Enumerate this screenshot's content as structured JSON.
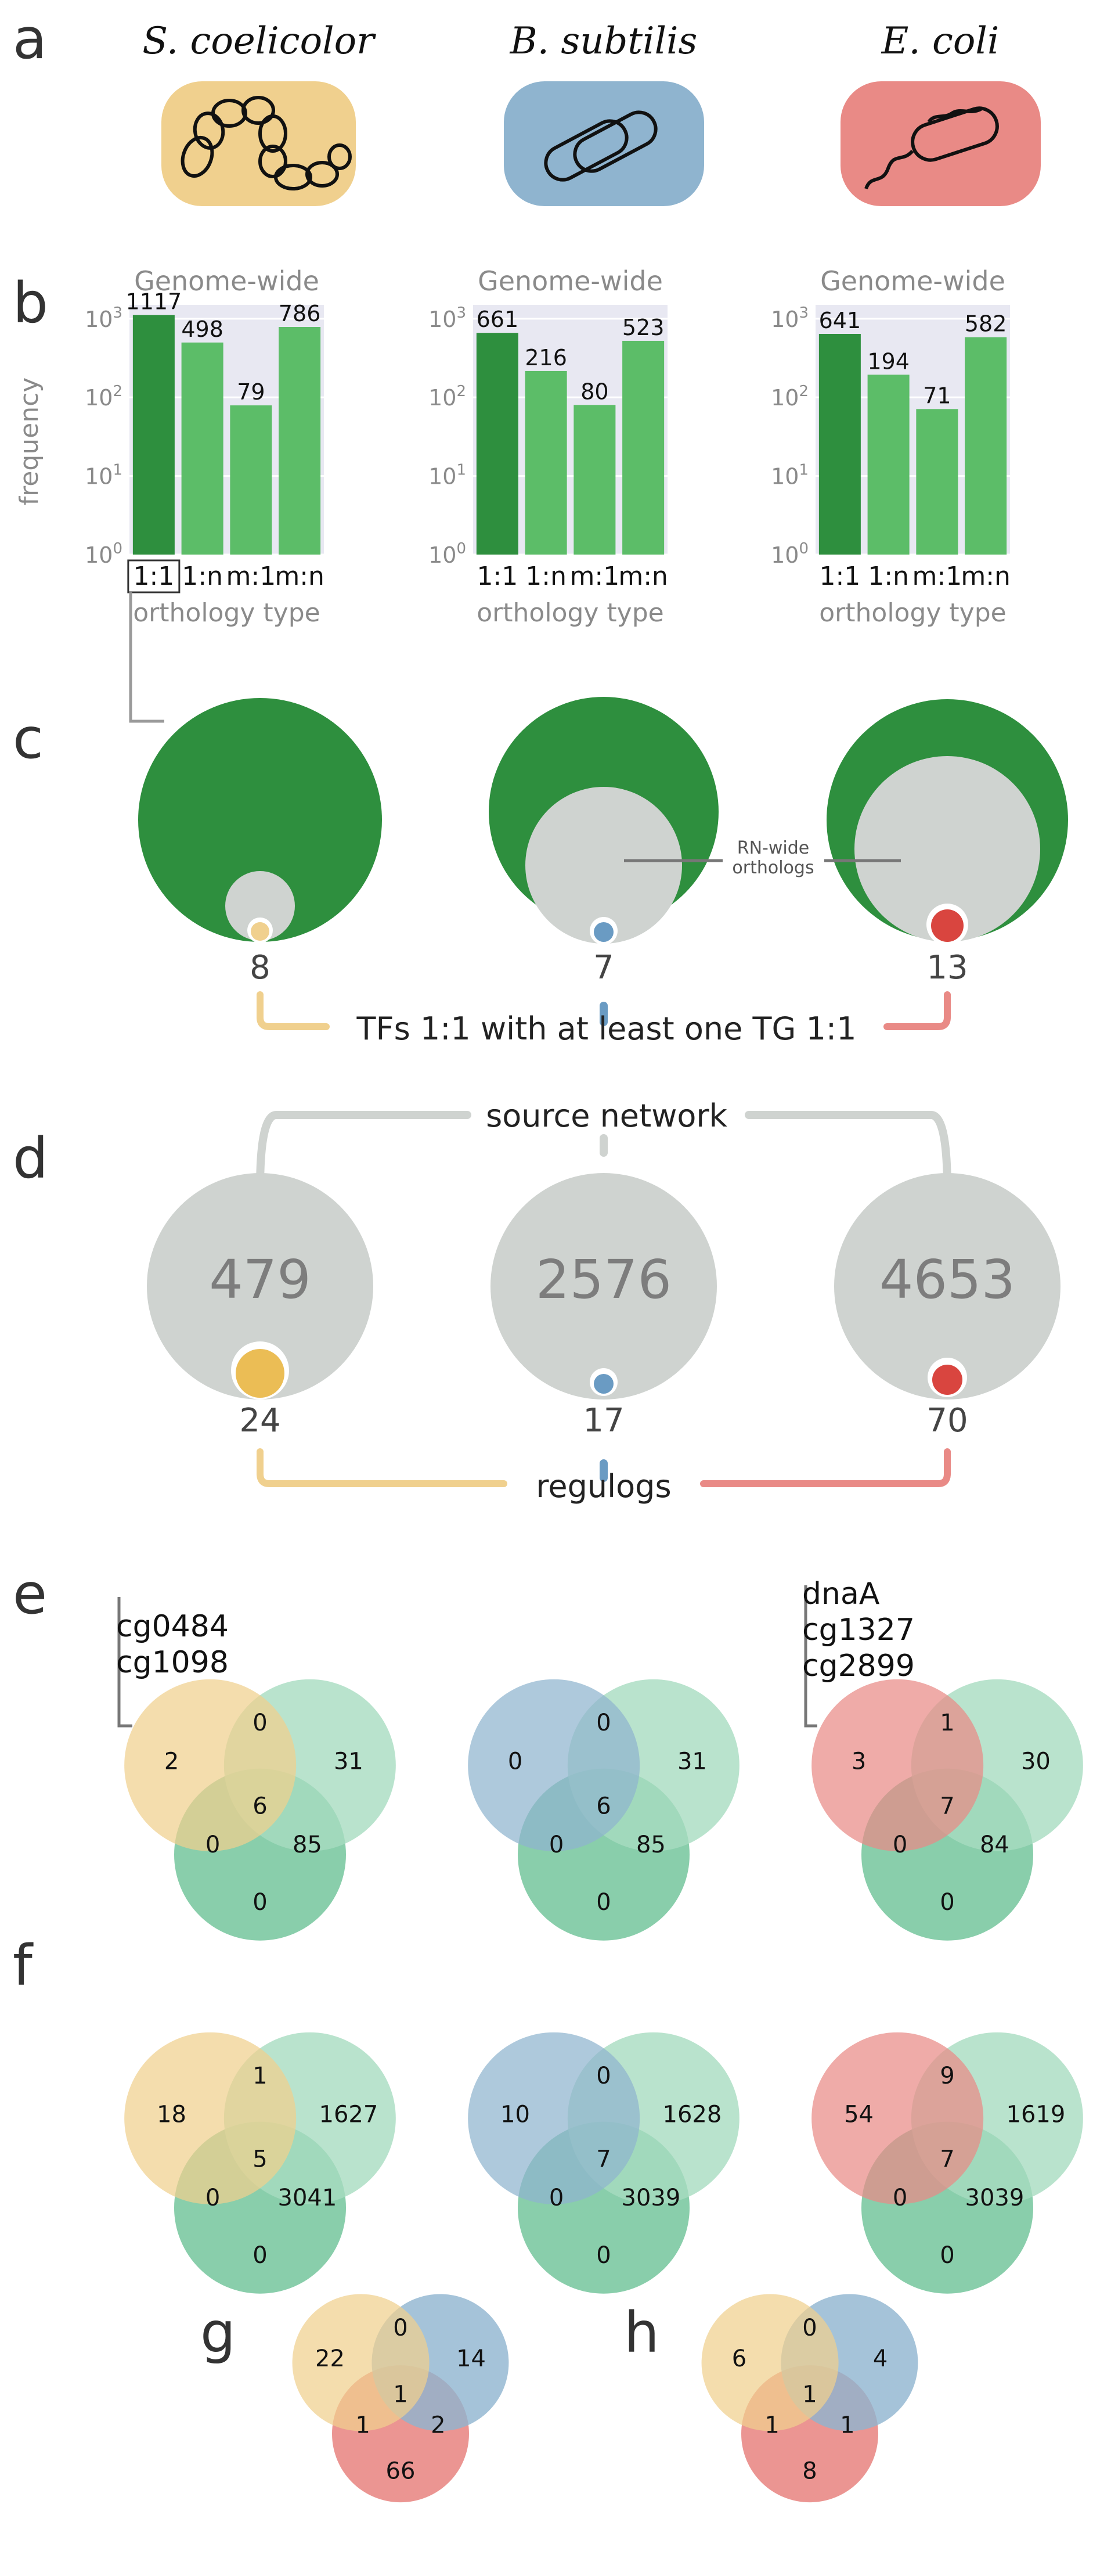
{
  "panels": {
    "a": {
      "letter": "a",
      "species": [
        {
          "name": "S. coelicolor",
          "color": "#f0d08e"
        },
        {
          "name": "B. subtilis",
          "color": "#8fb4cf"
        },
        {
          "name": "E. coli",
          "color": "#e98a86"
        }
      ]
    },
    "b": {
      "letter": "b",
      "ylabel": "frequency",
      "xlabel": "orthology type",
      "ytick_labels": [
        "10^0",
        "10^1",
        "10^2",
        "10^3"
      ],
      "highlighted_category": "1:1"
    },
    "c": {
      "letter": "c",
      "circle_labels": [
        "8",
        "7",
        "13"
      ],
      "annotation": "RN-wide orthologs",
      "caption": "TFs 1:1 with at least one TG 1:1"
    },
    "d": {
      "letter": "d",
      "header": "source network",
      "inner_numbers": [
        "479",
        "2576",
        "4653"
      ],
      "below_numbers": [
        "24",
        "17",
        "70"
      ],
      "footer": "regulogs"
    },
    "e": {
      "letter": "e",
      "genes_left": [
        "cg0484",
        "cg1098"
      ],
      "genes_right": [
        "dnaA",
        "cg1327",
        "cg2899"
      ],
      "venns": [
        {
          "only_a": "2",
          "ab": "0",
          "only_b": "31",
          "center": "6",
          "ac": "0",
          "bc": "85",
          "only_c": "0"
        },
        {
          "only_a": "0",
          "ab": "0",
          "only_b": "31",
          "center": "6",
          "ac": "0",
          "bc": "85",
          "only_c": "0"
        },
        {
          "only_a": "3",
          "ab": "1",
          "only_b": "30",
          "center": "7",
          "ac": "0",
          "bc": "84",
          "only_c": "0"
        }
      ]
    },
    "f": {
      "letter": "f",
      "venns": [
        {
          "only_a": "18",
          "ab": "1",
          "only_b": "1627",
          "center": "5",
          "ac": "0",
          "bc": "3041",
          "only_c": "0"
        },
        {
          "only_a": "10",
          "ab": "0",
          "only_b": "1628",
          "center": "7",
          "ac": "0",
          "bc": "3039",
          "only_c": "0"
        },
        {
          "only_a": "54",
          "ab": "9",
          "only_b": "1619",
          "center": "7",
          "ac": "0",
          "bc": "3039",
          "only_c": "0"
        }
      ]
    },
    "g": {
      "letter": "g",
      "venn": {
        "only_a": "22",
        "ab": "0",
        "only_b": "14",
        "center": "1",
        "ac": "1",
        "bc": "2",
        "only_c": "66"
      }
    },
    "h": {
      "letter": "h",
      "venn": {
        "only_a": "6",
        "ab": "0",
        "only_b": "4",
        "center": "1",
        "ac": "1",
        "bc": "1",
        "only_c": "8"
      }
    }
  },
  "chart_data": [
    {
      "type": "bar",
      "title": "Genome-wide",
      "xlabel": "orthology type",
      "ylabel": "frequency",
      "yscale": "log",
      "ylim": [
        1,
        1500
      ],
      "categories": [
        "1:1",
        "1:n",
        "m:1",
        "m:n"
      ],
      "values": [
        1117,
        498,
        79,
        786
      ],
      "value_labels": [
        "1117",
        "498",
        "79",
        "786"
      ],
      "colors": [
        "#2e8f3e",
        "#5cbd68",
        "#5cbd68",
        "#5cbd68"
      ]
    },
    {
      "type": "bar",
      "title": "Genome-wide",
      "xlabel": "orthology type",
      "ylabel": "",
      "yscale": "log",
      "ylim": [
        1,
        1500
      ],
      "categories": [
        "1:1",
        "1:n",
        "m:1",
        "m:n"
      ],
      "values": [
        661,
        216,
        80,
        523
      ],
      "value_labels": [
        "661",
        "216",
        "80",
        "523"
      ],
      "colors": [
        "#2e8f3e",
        "#5cbd68",
        "#5cbd68",
        "#5cbd68"
      ]
    },
    {
      "type": "bar",
      "title": "Genome-wide",
      "xlabel": "orthology type",
      "ylabel": "",
      "yscale": "log",
      "ylim": [
        1,
        1500
      ],
      "categories": [
        "1:1",
        "1:n",
        "m:1",
        "m:n"
      ],
      "values": [
        641,
        194,
        71,
        582
      ],
      "value_labels": [
        "641",
        "194",
        "71",
        "582"
      ],
      "colors": [
        "#2e8f3e",
        "#5cbd68",
        "#5cbd68",
        "#5cbd68"
      ]
    }
  ],
  "colors": {
    "yellow": "#f0d08e",
    "blue": "#8fb4cf",
    "red": "#e98a86",
    "dark_green": "#2e8f3e",
    "light_green": "#5cbd68",
    "grey": "#cfd3d0",
    "mint": "#a8dcc0",
    "teal": "#7cc9a2",
    "plot_bg": "#e8e8f2"
  }
}
